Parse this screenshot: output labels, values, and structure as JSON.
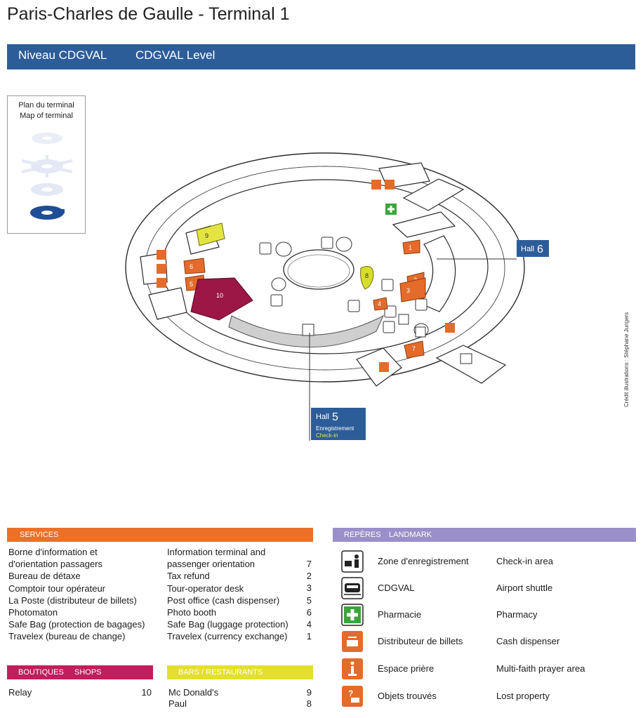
{
  "title": "Paris-Charles de Gaulle - Terminal 1",
  "level": {
    "fr": "Niveau CDGVAL",
    "en": "CDGVAL Level"
  },
  "thumbnail": {
    "line1": "Plan du terminal",
    "line2": "Map of terminal"
  },
  "map": {
    "hall6": {
      "label": "Hall",
      "number": "6"
    },
    "hall5": {
      "label": "Hall",
      "number": "5",
      "sub_fr": "Enregistrement",
      "sub_en": "Check-in"
    },
    "markers": [
      "1",
      "2",
      "3",
      "4",
      "5",
      "6",
      "7",
      "8",
      "9",
      "10"
    ]
  },
  "credit": "Crédit illustrations : Stéphane Jungers",
  "services": {
    "header_fr": "SERVICES",
    "items": [
      {
        "fr": [
          "Borne d'information et",
          "d'orientation passagers"
        ],
        "en": [
          "Information terminal and",
          "passenger orientation"
        ],
        "num": "7"
      },
      {
        "fr": [
          "Bureau de détaxe"
        ],
        "en": [
          "Tax refund"
        ],
        "num": "2"
      },
      {
        "fr": [
          "Comptoir tour opérateur"
        ],
        "en": [
          "Tour-operator desk"
        ],
        "num": "3"
      },
      {
        "fr": [
          "La Poste (distributeur de billets)"
        ],
        "en": [
          "Post office (cash dispenser)"
        ],
        "num": "5"
      },
      {
        "fr": [
          "Photomaton"
        ],
        "en": [
          "Photo booth"
        ],
        "num": "6"
      },
      {
        "fr": [
          "Safe Bag (protection de bagages)"
        ],
        "en": [
          "Safe Bag (luggage protection)"
        ],
        "num": "4"
      },
      {
        "fr": [
          "Travelex (bureau de change)"
        ],
        "en": [
          "Travelex (currency exchange)"
        ],
        "num": "1"
      }
    ]
  },
  "shops": {
    "header_fr": "BOUTIQUES",
    "header_en": "SHOPS",
    "items": [
      {
        "name": "Relay",
        "num": "10"
      }
    ]
  },
  "bars": {
    "header": "BARS / RESTAURANTS",
    "items": [
      {
        "name": "Mc Donald's",
        "num": "9"
      },
      {
        "name": "Paul",
        "num": "8"
      }
    ]
  },
  "landmarks": {
    "header_fr": "REPÈRES",
    "header_en": "LANDMARK",
    "items": [
      {
        "icon": "check-in-icon",
        "fr": "Zone d'enregistrement",
        "en": "Check-in area"
      },
      {
        "icon": "shuttle-icon",
        "fr": "CDGVAL",
        "en": "Airport shuttle"
      },
      {
        "icon": "pharmacy-icon",
        "fr": "Pharmacie",
        "en": "Pharmacy"
      },
      {
        "icon": "cash-dispenser-icon",
        "fr": "Distributeur de billets",
        "en": "Cash dispenser"
      },
      {
        "icon": "prayer-icon",
        "fr": "Espace prière",
        "en": "Multi-faith prayer area"
      },
      {
        "icon": "lost-property-icon",
        "fr": "Objets trouvés",
        "en": "Lost property"
      }
    ]
  },
  "colors": {
    "level_bar": "#2d5d99",
    "services": "#ec7028",
    "shops": "#c21d5c",
    "bars": "#e3df2a",
    "landmark": "#9a8fc9",
    "orange_marker": "#e46b2a",
    "relay": "#9c1646",
    "green": "#3aa63a",
    "hall_box": "#2d5d99"
  }
}
